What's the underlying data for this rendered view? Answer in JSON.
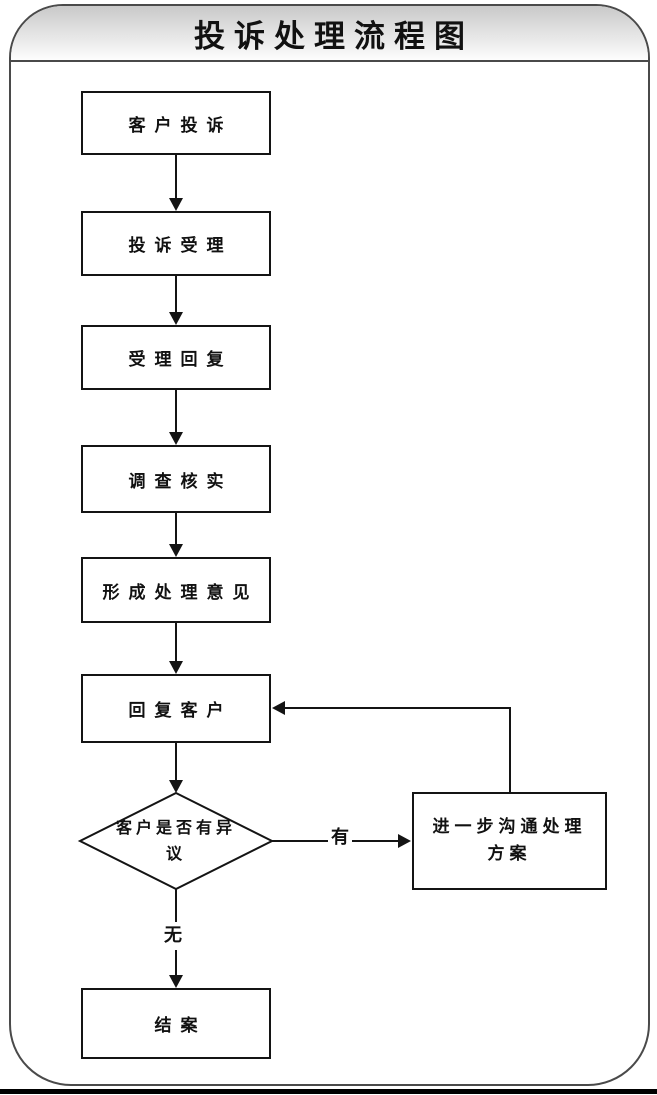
{
  "flowchart": {
    "title": "投诉处理流程图",
    "steps": [
      {
        "label": "客户投诉"
      },
      {
        "label": "投诉受理"
      },
      {
        "label": "受理回复"
      },
      {
        "label": "调查核实"
      },
      {
        "label": "形成处理意见"
      },
      {
        "label": "回复客户"
      }
    ],
    "decision": {
      "label": "客户是否有异议"
    },
    "yes_branch": {
      "label": "有",
      "target": "进一步沟通处理方案"
    },
    "no_branch": {
      "label": "无",
      "target": "结案"
    }
  },
  "colors": {
    "line": "#141414",
    "frame_border": "#4a4a4a",
    "title_band_top": "#c9c9c9",
    "title_band_bottom": "#fdfdfd",
    "background": "#ffffff"
  }
}
